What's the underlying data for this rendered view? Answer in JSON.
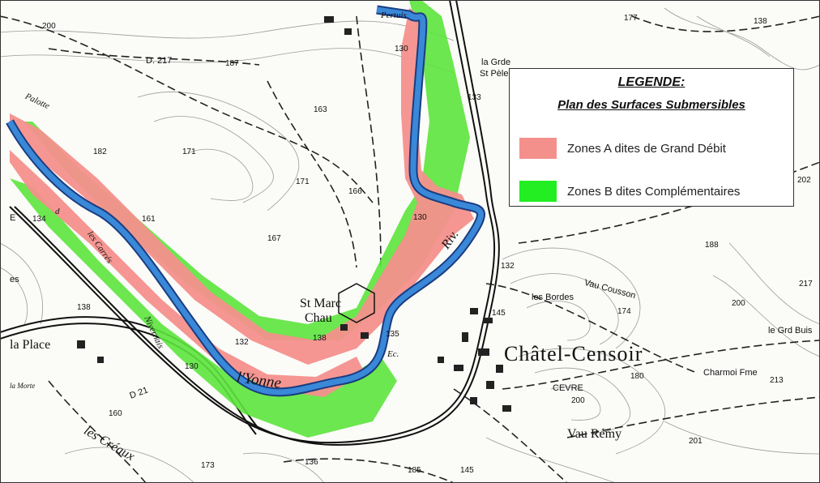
{
  "legend": {
    "title": "LEGENDE:",
    "subtitle": "Plan des Surfaces Submersibles",
    "items": [
      {
        "label": "Zones A dites de Grand Débit",
        "color": "#f4908c"
      },
      {
        "label": "Zones B dites Complémentaires",
        "color": "#22ee22"
      }
    ]
  },
  "colors": {
    "river": "#3a88d8",
    "zone_a": "#f4908c",
    "zone_b": "#5ce43c",
    "map_background": "#fbfbf8"
  },
  "map_labels": {
    "chatel_censoir": "Châtel-Censoir",
    "st_marc": "St Marc",
    "chau": "Chau",
    "l_yonne": "l'Yonne",
    "la_place": "la Place",
    "vau_remy": "Vau Rémy",
    "vau_cousson": "Vau Cousson",
    "les_bordes": "les Bordes",
    "charmoi": "Charmoi Fme",
    "le_gr_buis": "le Grd Buis",
    "les_creaux": "les Créaux",
    "les_carres": "les Carrés",
    "nivernais": "Nivernais",
    "palotte": "Palotte",
    "riv": "Riv.",
    "d217": "D. 217",
    "d21": "D 21",
    "pertuis": "Pertuis",
    "la_gr": "la Grde",
    "st_pelerin": "St Pèlerin",
    "cevre": "CEVRE",
    "es": "es",
    "ec": "Ec.",
    "e": "E",
    "d": "d",
    "la_morte": "la Morte"
  },
  "elevations": [
    "200",
    "187",
    "182",
    "171",
    "163",
    "161",
    "167",
    "166",
    "171",
    "130",
    "130",
    "133",
    "132",
    "135",
    "138",
    "138",
    "130",
    "132",
    "134",
    "160",
    "173",
    "136",
    "145",
    "185",
    "174",
    "188",
    "200",
    "202",
    "217",
    "213",
    "201",
    "180",
    "138",
    "177",
    "145",
    "200"
  ]
}
